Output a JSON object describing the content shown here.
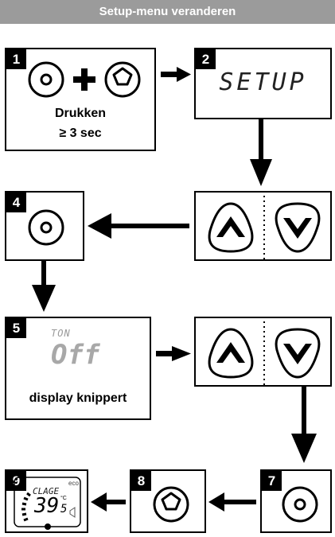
{
  "header": {
    "title": "Setup-menu veranderen"
  },
  "steps": {
    "s1": {
      "number": "1",
      "label_line1": "Drukken",
      "label_line2": "≥ 3 sec"
    },
    "s2": {
      "number": "2",
      "display_text": "SETUP"
    },
    "s4": {
      "number": "4"
    },
    "s5": {
      "number": "5",
      "display_top": "TON",
      "display_main": "Off",
      "label": "display knippert"
    },
    "s7": {
      "number": "7"
    },
    "s8": {
      "number": "8"
    },
    "s9": {
      "number": "9",
      "eco": "eco",
      "mode": "CLAGE",
      "temp_main": "39",
      "temp_decimal": "5",
      "unit": "°C"
    }
  }
}
